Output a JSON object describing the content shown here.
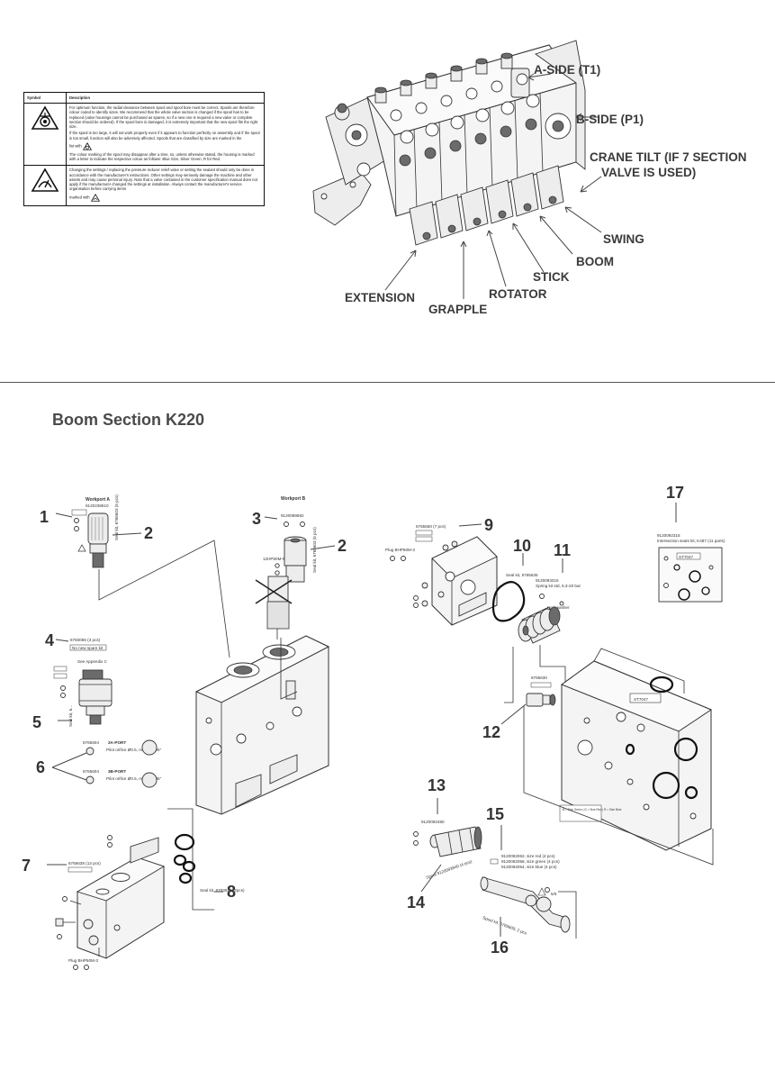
{
  "top": {
    "table": {
      "headers": [
        "Symbol",
        "Description"
      ],
      "row1": {
        "p1": "For optimum function, the radial clearance between spool and spool bore must be correct. Spools are therefore colour coded to identify sizes. We recommend that the whole valve section is changed if the spool has to be replaced (valve housings cannot be purchased as spares, so if a new one is required a new valve or complete section should be ordered). If the spool bore is damaged, it is extremely important that the new spool fits the right size.",
        "p2": "If the spool is too large, it will not work properly even if it appears to function perfectly on assembly and if the spool is too small, function will also be adversely affected. Spools that are classified by size are marked in the",
        "p3": "list with",
        "p4": "The colour marking of the spool may disappear after a time, so, unless otherwise stated, the housing is marked with a letter to indicate the respective colour as follows: Blue Size, Silver Green, R for Red."
      },
      "row2": {
        "p1": "Changing the settings / replacing the pressure reducer relief valve or setting the sealant should only be done in accordance with the manufacturer's instructions. Other settings may seriously damage the machine and other assets and may cause personal injury. Note that a valve contained in the customer specification manual does not apply if the manufacturer changed the settings at installation. Always contact the manufacturer's service organisation before carrying items",
        "p2": "marked with"
      }
    },
    "valve_labels": {
      "a_side": "A-SIDE (T1)",
      "b_side": "B-SIDE (P1)",
      "crane_tilt_1": "CRANE TILT (IF 7 SECTION",
      "crane_tilt_2": "VALVE IS USED)",
      "swing": "SWING",
      "boom": "BOOM",
      "stick": "STICK",
      "rotator": "ROTATOR",
      "grapple": "GRAPPLE",
      "extension": "EXTENSION"
    }
  },
  "section_title": "Boom Section K220",
  "callouts": {
    "c1": "1",
    "c2a": "2",
    "c2b": "2",
    "c3": "3",
    "c4": "4",
    "c5": "5",
    "c6": "6",
    "c7": "7",
    "c8": "8",
    "c9": "9",
    "c10": "10",
    "c11": "11",
    "c12": "12",
    "c13": "13",
    "c14": "14",
    "c15": "15",
    "c16": "16",
    "c17": "17"
  },
  "small_text": {
    "workport_a": "Workport A",
    "workport_b": "Workport B",
    "pn_a": "9120238610",
    "pn_b": "9120089682",
    "pn_4": "6783066 (3 pcs)",
    "pn_4_note": "No new spare kit",
    "pn_4_note2": "See Appendix C",
    "pn_6a": "6765604",
    "pn_6a_port": "3A-PORT",
    "pn_6a_note": "Pilot orifice Ø0.5, marked \"05\"",
    "pn_6b": "6765604",
    "pn_6b_port": "3B-PORT",
    "pn_6b_note": "Pilot orifice Ø0.5, marked \"05\"",
    "pn_7": "6765638 (13 pcs)",
    "pn_8": "Seal kit, 6703524 (2pcs)",
    "plug_7": "Plug BHP50M-3",
    "pn_9": "6765560 (7 pcs)",
    "plug_9": "Plug BHP50M-3",
    "pn_10": "Seal kit, 6765635",
    "pn_11": "9120093315",
    "pn_11_note": "Spring kit std, 6.3-20 bar",
    "pn_11_note2": "Lockwasher",
    "pn_12": "6765630",
    "pn_13": "9120092480",
    "pn_14": "Spool 9120093940 (4 pcs)",
    "pn_15a": "9120092062, size red (4 pcs)",
    "pn_15b": "9120092058, size green (4 pcs)",
    "pn_15c": "9120092054, size blue (4 pcs)",
    "pn_16": "Spool kit, 6765609, 2 pcs",
    "pn_17": "9120092315",
    "pn_17_note": "Intersection seals kit, K487 (11 parts)",
    "size_legend": "B = Size Green | G = Size Red | R = Size Blue",
    "block_marking": "ST7047"
  }
}
